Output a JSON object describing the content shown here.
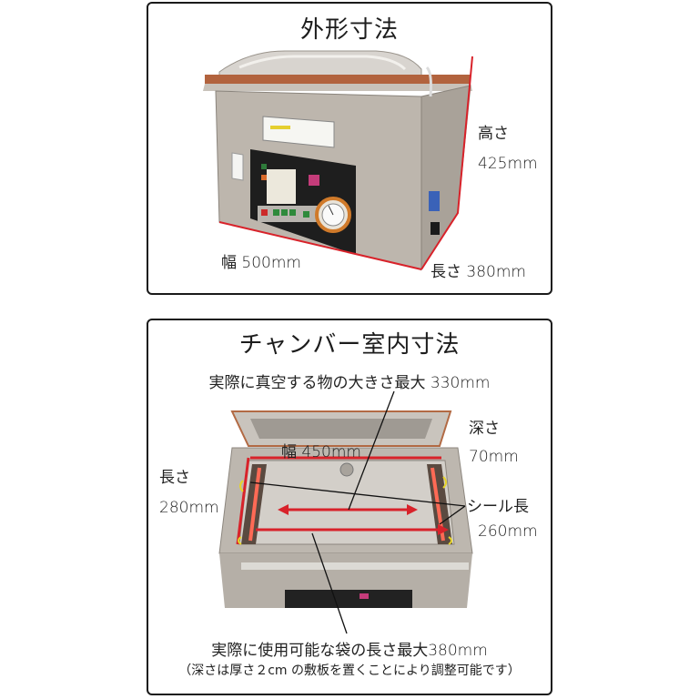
{
  "outer": {
    "title": "外形寸法",
    "height_label": "高さ",
    "height_value": "425mm",
    "width_label": "幅 500mm",
    "depth_label": "長さ 380mm"
  },
  "chamber": {
    "title": "チャンバー室内寸法",
    "max_object_size": "実際に真空する物の大きさ最大 330mm",
    "width_label": "幅 450mm",
    "depth_label": "深さ",
    "depth_value": "70mm",
    "length_label": "長さ",
    "length_value": "280mm",
    "seal_label": "シール長",
    "seal_value": "260mm",
    "max_bag_length": "実際に使用可能な袋の長さ最大380mm",
    "note": "（深さは厚さ２cm の敷板を置くことにより調整可能です）"
  },
  "colors": {
    "accent_red": "#d8222a",
    "steel": "#b8b2aa",
    "border": "#1a1a1a"
  }
}
